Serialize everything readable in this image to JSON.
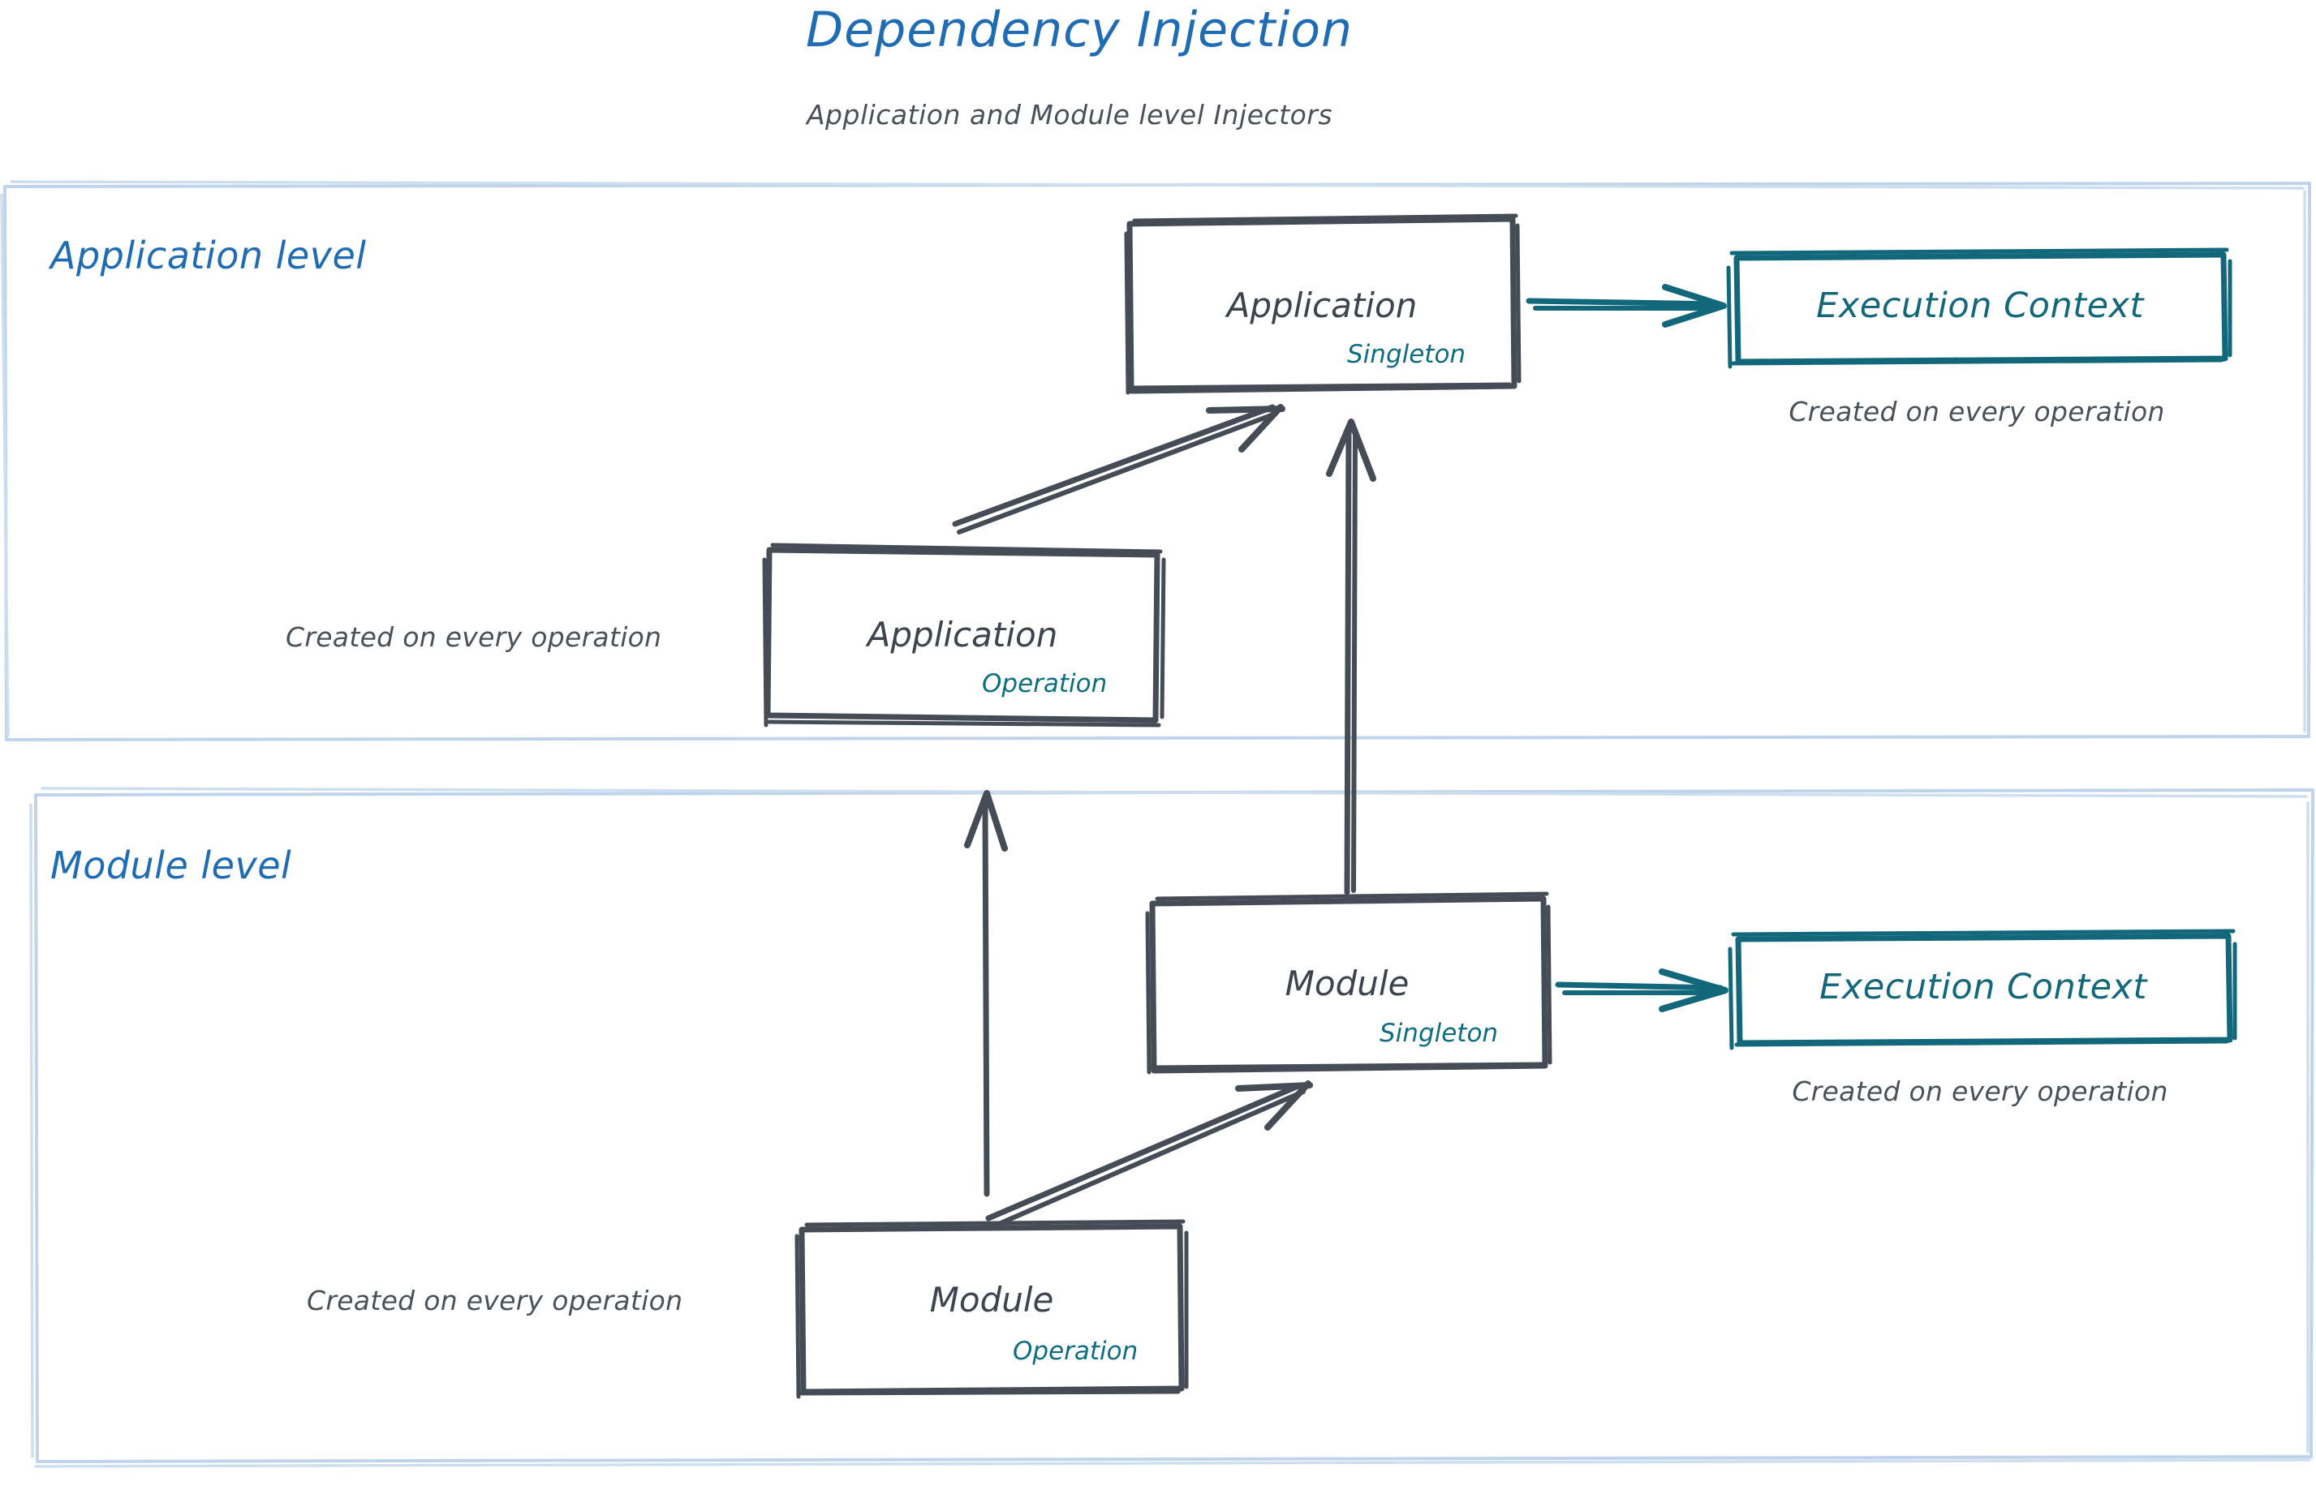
{
  "header": {
    "title": "Dependency Injection",
    "subtitle": "Application and Module level Injectors",
    "title_color": "#1f6cb4",
    "subtitle_color": "#4b5159"
  },
  "colors": {
    "accent_blue": "#1f6cb4",
    "container_border": "#bfd4ea",
    "node_stroke": "#454c56",
    "node_text": "#3d444d",
    "teal": "#12687a",
    "tag_teal": "#0e6e80",
    "background": "#ffffff"
  },
  "sections": [
    {
      "id": "application-level",
      "label": "Application level",
      "nodes": [
        {
          "id": "application-singleton",
          "title": "Application",
          "tag": "Singleton",
          "scope": "Singleton"
        },
        {
          "id": "application-operation",
          "title": "Application",
          "tag": "Operation",
          "scope": "Operation",
          "caption": "Created on every operation"
        },
        {
          "id": "execution-context-application",
          "title": "Execution Context",
          "caption": "Created on every operation"
        }
      ]
    },
    {
      "id": "module-level",
      "label": "Module level",
      "nodes": [
        {
          "id": "module-singleton",
          "title": "Module",
          "tag": "Singleton",
          "scope": "Singleton"
        },
        {
          "id": "module-operation",
          "title": "Module",
          "tag": "Operation",
          "scope": "Operation",
          "caption": "Created on every operation"
        },
        {
          "id": "execution-context-module",
          "title": "Execution Context",
          "caption": "Created on every operation"
        }
      ]
    }
  ],
  "edges": [
    {
      "id": "app-singleton-to-exec-ctx",
      "from": "application-singleton",
      "to": "execution-context-application",
      "color": "teal",
      "style": "arrow"
    },
    {
      "id": "app-operation-to-app-singleton",
      "from": "application-operation",
      "to": "application-singleton",
      "color": "dark",
      "style": "arrow"
    },
    {
      "id": "module-singleton-to-app-singleton",
      "from": "module-singleton",
      "to": "application-singleton",
      "color": "dark",
      "style": "arrow"
    },
    {
      "id": "module-singleton-to-exec-ctx",
      "from": "module-singleton",
      "to": "execution-context-module",
      "color": "teal",
      "style": "arrow"
    },
    {
      "id": "module-operation-to-module-singleton",
      "from": "module-operation",
      "to": "module-singleton",
      "color": "dark",
      "style": "arrow"
    },
    {
      "id": "module-operation-to-app-operation",
      "from": "module-operation",
      "to": "application-operation",
      "color": "dark",
      "style": "arrow"
    }
  ],
  "labels": {
    "caption_app_operation": "Created on every operation",
    "caption_exec_app": "Created on every operation",
    "caption_module_operation": "Created on every operation",
    "caption_exec_module": "Created on every operation"
  }
}
